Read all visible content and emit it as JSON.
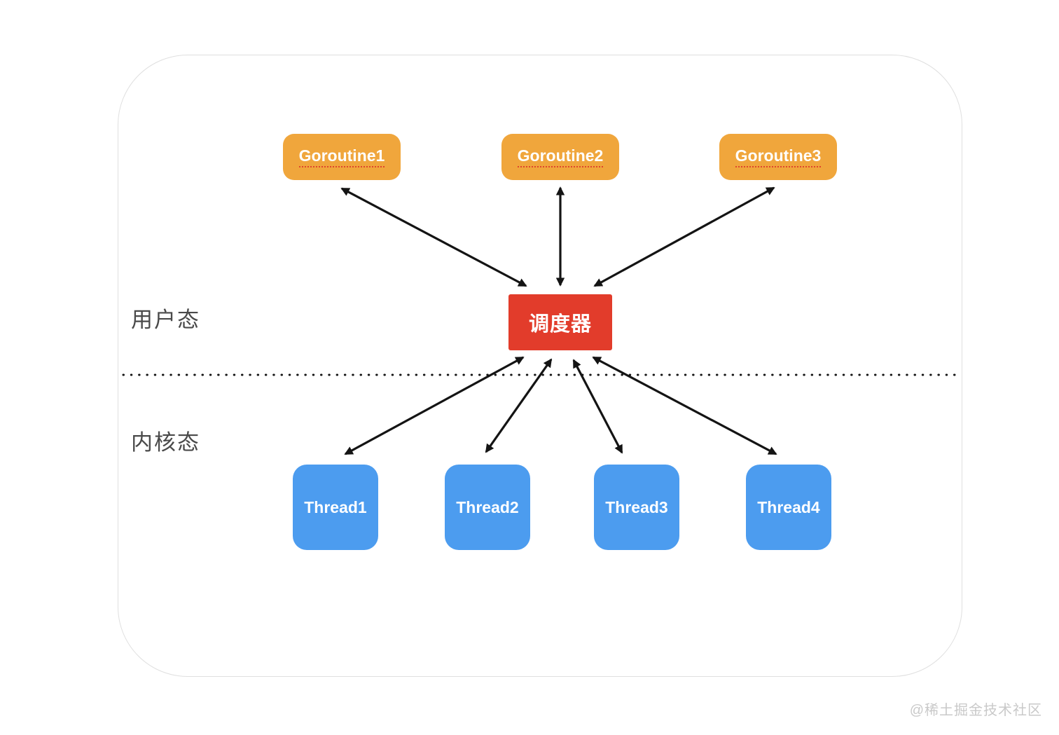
{
  "diagram": {
    "regions": {
      "user_mode_label": "用户态",
      "kernel_mode_label": "内核态"
    },
    "goroutines": [
      {
        "label": "Goroutine1"
      },
      {
        "label": "Goroutine2"
      },
      {
        "label": "Goroutine3"
      }
    ],
    "scheduler": {
      "label": "调度器"
    },
    "threads": [
      {
        "label": "Thread1"
      },
      {
        "label": "Thread2"
      },
      {
        "label": "Thread3"
      },
      {
        "label": "Thread4"
      }
    ],
    "edges": [
      {
        "from": "Goroutine1",
        "to": "调度器",
        "bidirectional": true
      },
      {
        "from": "Goroutine2",
        "to": "调度器",
        "bidirectional": true
      },
      {
        "from": "Goroutine3",
        "to": "调度器",
        "bidirectional": true
      },
      {
        "from": "调度器",
        "to": "Thread1",
        "bidirectional": true
      },
      {
        "from": "调度器",
        "to": "Thread2",
        "bidirectional": true
      },
      {
        "from": "调度器",
        "to": "Thread3",
        "bidirectional": true
      },
      {
        "from": "调度器",
        "to": "Thread4",
        "bidirectional": true
      }
    ],
    "watermark": "@稀土掘金技术社区",
    "colors": {
      "goroutine_fill": "#F0A63C",
      "scheduler_fill": "#E23C2B",
      "thread_fill": "#4C9CEF",
      "node_text": "#FFFFFF",
      "arrow": "#141414",
      "mode_label_text": "#4A4A4A",
      "frame_border": "#DFDFDF",
      "watermark_text": "#C9C9C9",
      "underline": "#E0442C"
    }
  }
}
